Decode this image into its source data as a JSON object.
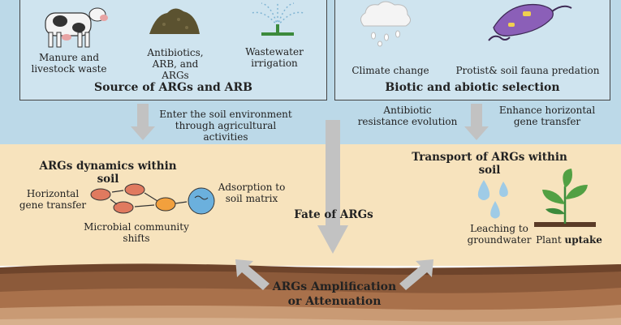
{
  "source_box": {
    "title": "Source of ARGs and ARB",
    "manure_label": "Manure and livestock waste",
    "antibiotics_label": "Antibiotics, ARB, and ARGs",
    "irrigation_label": "Wastewater irrigation"
  },
  "selection_box": {
    "title": "Biotic and abiotic selection",
    "climate_label": "Climate change",
    "predation_label": "Protist& soil fauna predation"
  },
  "flow": {
    "enter_soil": "Enter the soil environment through agricultural activities",
    "resistance_evolution": "Antibiotic resistance evolution",
    "enhance_hgt": "Enhance horizontal gene transfer",
    "fate": "Fate of ARGs"
  },
  "dynamics": {
    "title": "ARGs dynamics within soil",
    "hgt": "Horizontal gene transfer",
    "adsorption": "Adsorption to soil matrix",
    "community": "Microbial community shifts"
  },
  "transport": {
    "title": "Transport of ARGs within soil",
    "leaching": "Leaching to groundwater",
    "plant_uptake_prefix": "Plant ",
    "plant_uptake_bold": "uptake"
  },
  "outcome": {
    "line1": "ARGs Amplification",
    "line2": "or Attenuation"
  },
  "colors": {
    "sky": "#bcd9e8",
    "soil_zone": "#f7e3bd",
    "arrow_gray": "#c2c2c2",
    "soil_top": "#8c5a3a",
    "soil_mid": "#a9714b",
    "soil_low": "#c99a74"
  }
}
